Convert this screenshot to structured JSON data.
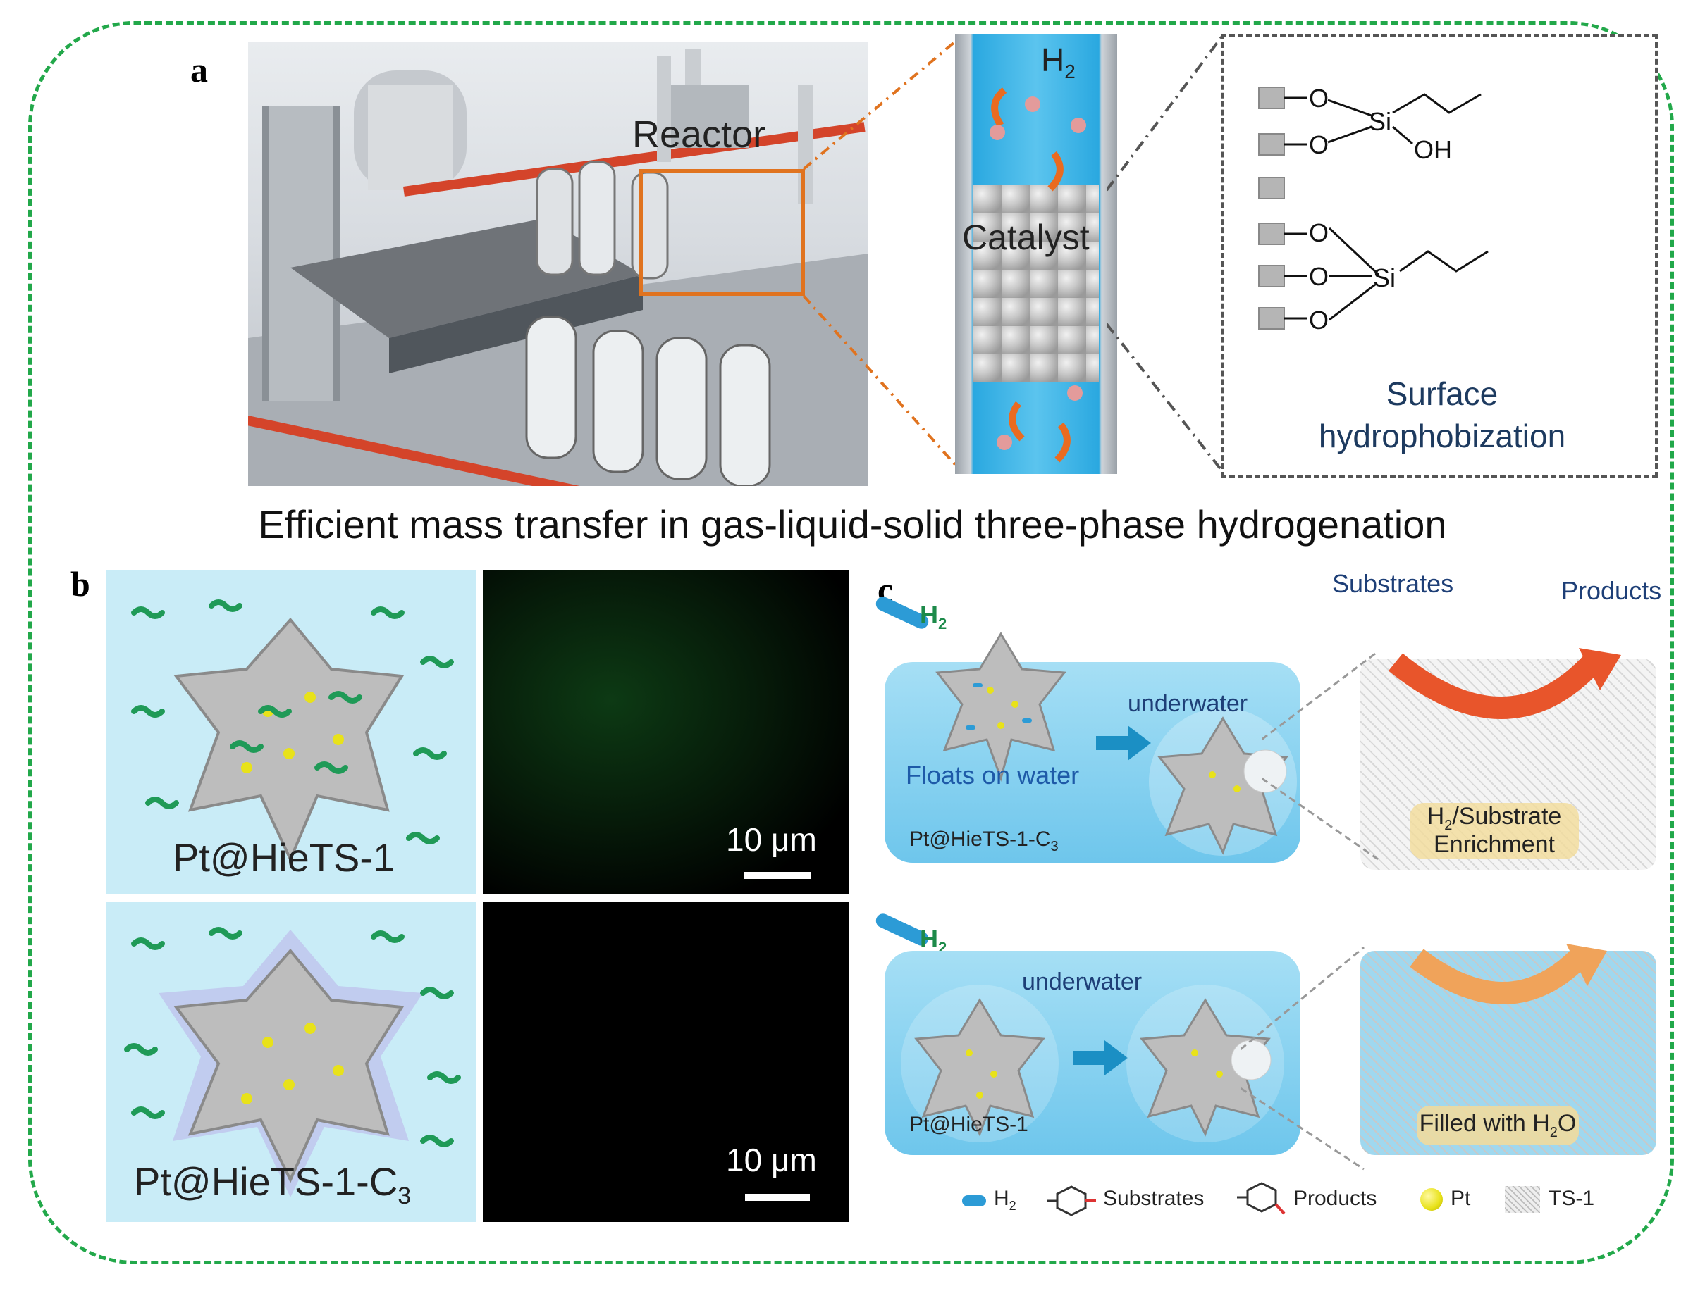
{
  "panel_labels": {
    "a": "a",
    "b": "b",
    "c": "c"
  },
  "panel_a": {
    "reactor_label": "Reactor",
    "h2_label": "H",
    "h2_sub": "2",
    "catalyst_label": "Catalyst",
    "chem": {
      "o": "O",
      "si": "Si",
      "oh": "OH"
    },
    "surface_title_line1": "Surface",
    "surface_title_line2": "hydrophobization"
  },
  "caption": "Efficient mass transfer in gas-liquid-solid three-phase hydrogenation",
  "panel_b": {
    "top_label": "Pt@HieTS-1",
    "bottom_label_main": "Pt@HieTS-1-C",
    "bottom_label_sub": "3",
    "scale_top": "10 μm",
    "scale_bottom": "10 μm"
  },
  "panel_c": {
    "h2_top": "H",
    "h2_top_sub": "2",
    "h2_bottom": "H",
    "h2_bottom_sub": "2",
    "substrates_header": "Substrates",
    "products_header": "Products",
    "underwater_top": "underwater",
    "floats_label": "Floats on water",
    "catalyst_top": "Pt@HieTS-1-C",
    "catalyst_top_sub": "3",
    "enrichment_line1_main": "H",
    "enrichment_line1_sub": "2",
    "enrichment_line1_rest": "/Substrate",
    "enrichment_line2": "Enrichment",
    "underwater_bottom": "underwater",
    "catalyst_bottom": "Pt@HieTS-1",
    "filled_main": "Filled with H",
    "filled_sub": "2",
    "filled_rest": "O"
  },
  "legend": {
    "h2_main": "H",
    "h2_sub": "2",
    "substrates": "Substrates",
    "products": "Products",
    "pt": "Pt",
    "ts1": "TS-1"
  },
  "colors": {
    "frame": "#22a84a",
    "reactor_highlight": "#e0731f",
    "water": "#c9ecf7",
    "h2": "#2c9bd6",
    "pt": "#e8e21a",
    "surface_text": "#1d3a5f"
  }
}
